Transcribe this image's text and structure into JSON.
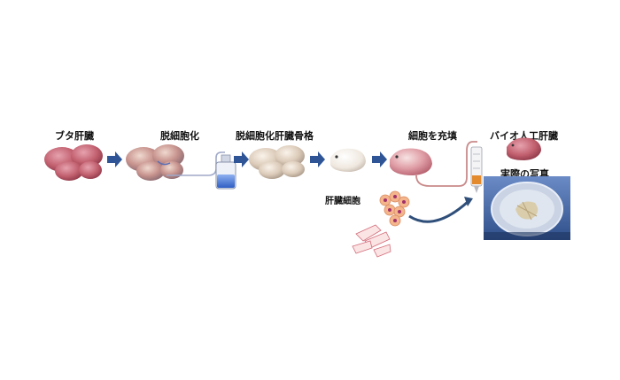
{
  "steps": {
    "pig_liver": "ブタ肝臓",
    "decellularization": "脱細胞化",
    "decellularized_scaffold": "脱細胞化肝臓骨格",
    "cell_filling": "細胞を充填",
    "bio_artificial_liver": "バイオ人工肝臓",
    "actual_photo": "実際の写真",
    "hepatocytes": "肝臓細胞"
  },
  "colors": {
    "arrow": "#2f5597",
    "tube": "#c98a8a",
    "liver_dark": "#b04a5a",
    "scaffold": "#e8dcd0",
    "medium": "#3d6fd1"
  }
}
